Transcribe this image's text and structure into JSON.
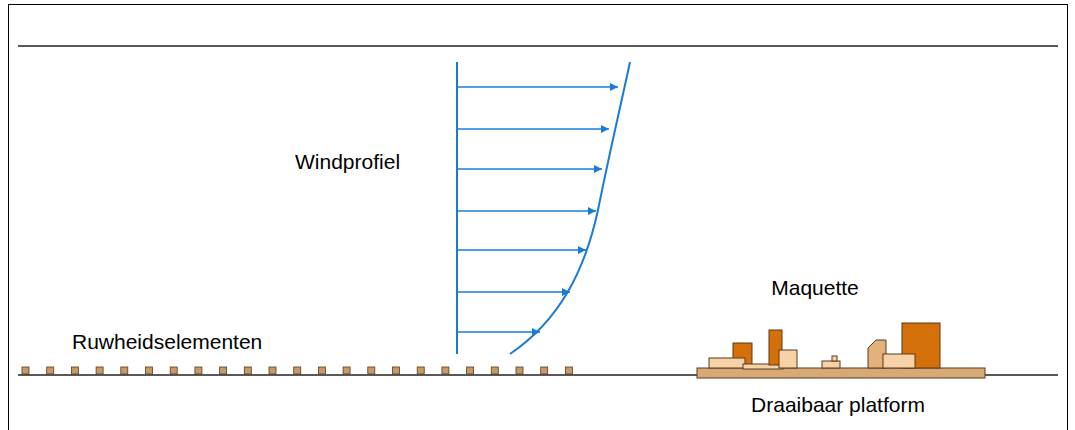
{
  "diagram": {
    "labels": [
      "Windprofiel",
      "Maquette",
      "Ruwheidselementen",
      "Draaibaar platform"
    ]
  }
}
